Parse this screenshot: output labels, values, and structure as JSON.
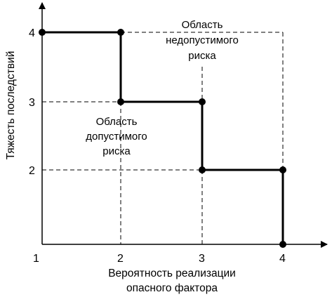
{
  "diagram": {
    "x_ticks": [
      "1",
      "2",
      "3",
      "4"
    ],
    "y_ticks": [
      "2",
      "3",
      "4"
    ],
    "x_axis_title": [
      "Вероятность реализации",
      "опасного фактора"
    ],
    "y_axis_title": "Тяжесть последствий",
    "region_unacceptable": [
      "Область",
      "недопустимого",
      "риска"
    ],
    "region_acceptable": [
      "Область",
      "допустимого",
      "риска"
    ],
    "boundary_points": [
      [
        1,
        4
      ],
      [
        2,
        4
      ],
      [
        2,
        3
      ],
      [
        3,
        3
      ],
      [
        3,
        2
      ],
      [
        4,
        2
      ],
      [
        4,
        1
      ]
    ],
    "colors": {
      "line": "#000000",
      "background": "#ffffff"
    }
  }
}
